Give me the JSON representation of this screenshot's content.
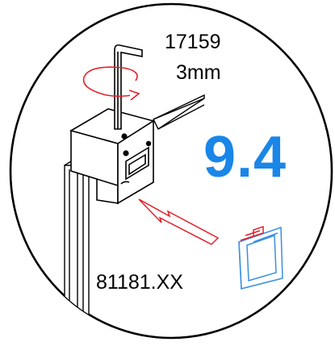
{
  "labels": {
    "part_code": "17159",
    "tool_size": "3mm",
    "step_number": "9.4",
    "cap_code": "81181.XX"
  },
  "colors": {
    "step_number": "#1a86e8",
    "arrow": "#e5202a",
    "cap_part": "#3a8fe0",
    "outline": "#000000"
  },
  "icons": {
    "tool": "allen-key",
    "rotation": "clockwise-rotation-arrow"
  }
}
